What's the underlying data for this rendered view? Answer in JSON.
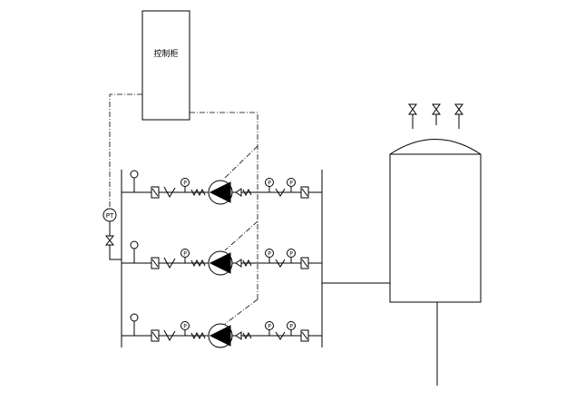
{
  "control_cabinet": {
    "label": "控制柜"
  },
  "transmitter": {
    "label": "PT"
  },
  "pump_rows": [
    {
      "id": "row-1",
      "suction_gauge": "P",
      "discharge_gauge_1": "P",
      "discharge_gauge_2": "P"
    },
    {
      "id": "row-2",
      "suction_gauge": "P",
      "discharge_gauge_1": "P",
      "discharge_gauge_2": "P"
    },
    {
      "id": "row-3",
      "suction_gauge": "P",
      "discharge_gauge_1": "P",
      "discharge_gauge_2": "P"
    }
  ],
  "tank": {
    "top_valve_count": 3
  }
}
